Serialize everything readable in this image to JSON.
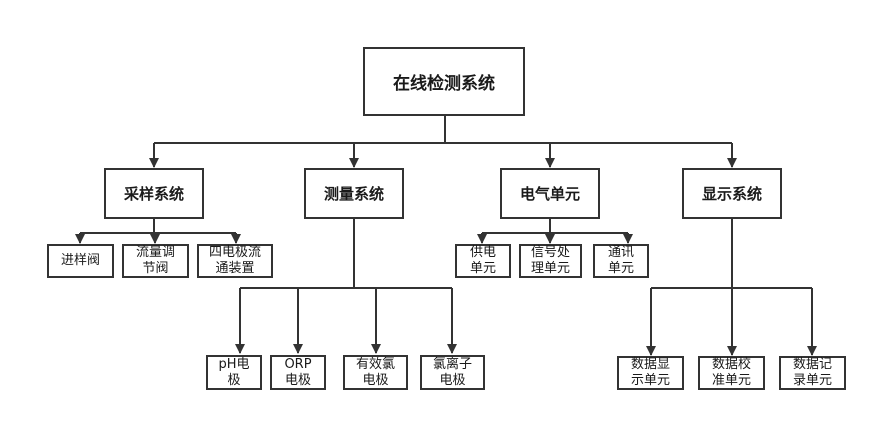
{
  "root": "在线检测系统",
  "level1": [
    "采样系统",
    "测量系统",
    "电气单元",
    "显示系统"
  ],
  "sampling_children": [
    "进样阀",
    "流量调\n节阀",
    "四电极流\n通装置"
  ],
  "measuring_children": [
    "pH电\n极",
    "ORP\n电极",
    "有效氯\n电极",
    "氯离子\n电极"
  ],
  "electrical_children": [
    "供电\n单元",
    "信号处\n理单元",
    "通讯\n单元"
  ],
  "display_children": [
    "数据显\n示单元",
    "数据校\n准单元",
    "数据记\n录单元"
  ]
}
